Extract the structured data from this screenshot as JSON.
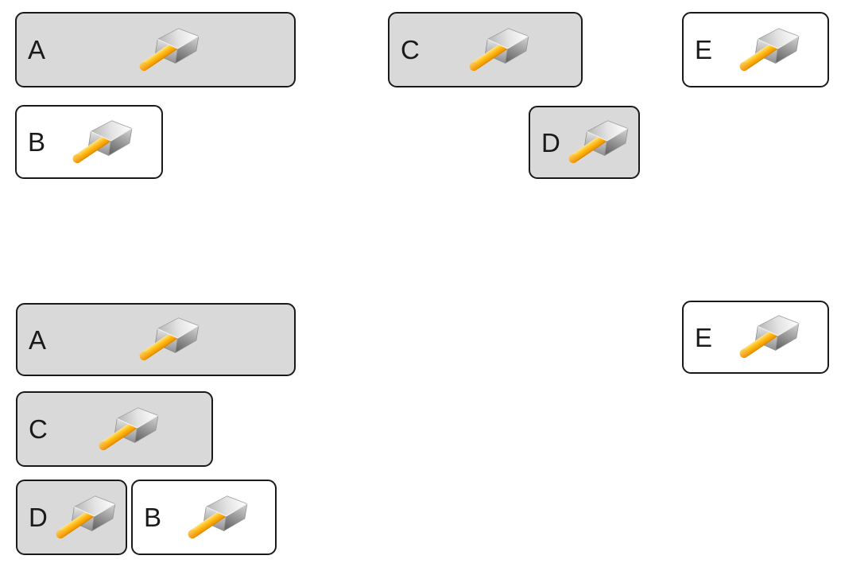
{
  "icon": {
    "name": "hammer-icon"
  },
  "colors": {
    "background": "#ffffff",
    "box_border": "#1a1a1a",
    "box_fill_gray": "#d9d9d9",
    "box_fill_white": "#ffffff",
    "label_color": "#1a1a1a",
    "handle_highlight": "#ffe79a",
    "handle_main": "#ffb60d",
    "handle_shadow": "#cf7d00",
    "head_light": "#ffffff",
    "head_mid": "#bdbdbd",
    "head_dark": "#696969"
  },
  "groups": {
    "top": {
      "boxes": [
        {
          "label": "A",
          "fill": "gray"
        },
        {
          "label": "B",
          "fill": "white"
        },
        {
          "label": "C",
          "fill": "gray"
        },
        {
          "label": "D",
          "fill": "gray"
        },
        {
          "label": "E",
          "fill": "white"
        }
      ]
    },
    "bottom": {
      "boxes": [
        {
          "label": "A",
          "fill": "gray"
        },
        {
          "label": "C",
          "fill": "gray"
        },
        {
          "label": "D",
          "fill": "gray"
        },
        {
          "label": "B",
          "fill": "white"
        },
        {
          "label": "E",
          "fill": "white"
        }
      ]
    }
  }
}
